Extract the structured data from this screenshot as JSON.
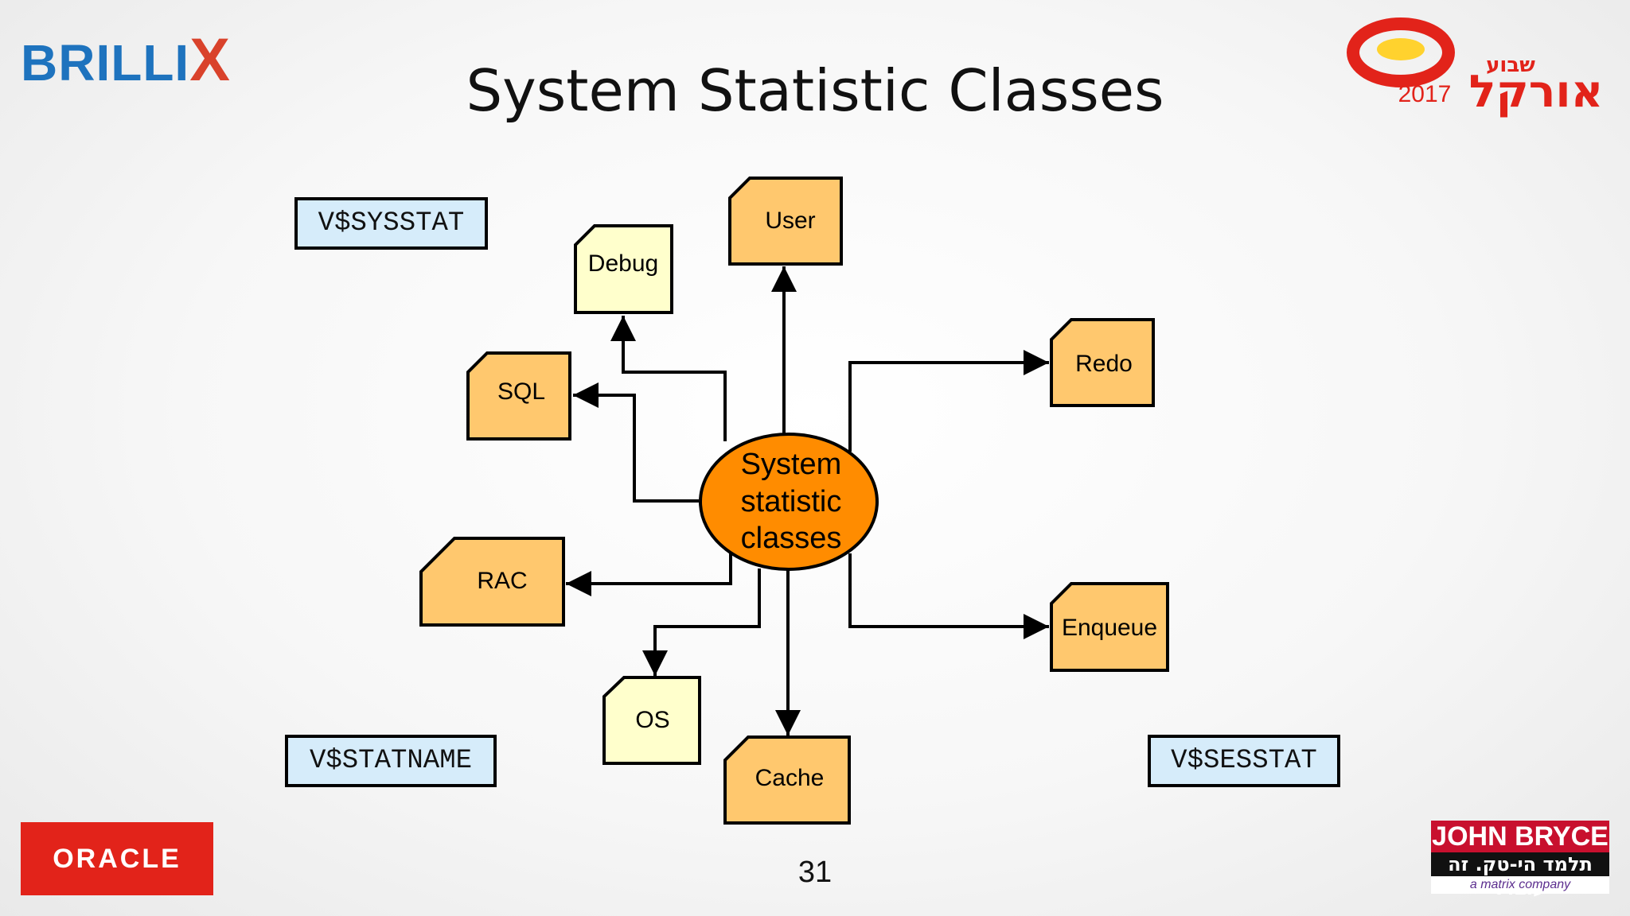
{
  "header": {
    "brand_left": "BRILLI",
    "brand_left_x": "X",
    "title": "System Statistic Classes",
    "event_logo_text": "אורקל",
    "event_logo_sub": "שבוע",
    "event_year": "2017"
  },
  "views": {
    "sysstat": "V$SYSSTAT",
    "statname": "V$STATNAME",
    "sesstat": "V$SESSTAT"
  },
  "diagram": {
    "center_lines": [
      "System",
      "statistic",
      "classes"
    ],
    "nodes": {
      "user": "User",
      "debug": "Debug",
      "sql": "SQL",
      "redo": "Redo",
      "rac": "RAC",
      "enqueue": "Enqueue",
      "os": "OS",
      "cache": "Cache"
    },
    "colors": {
      "center_fill": "#ff8c00",
      "node_orange": "#ffc86e",
      "node_pale": "#ffffcc",
      "view_fill": "#d6ecfa"
    }
  },
  "footer": {
    "oracle": "ORACLE",
    "page_number": "31",
    "jb_title": "JOHN BRYCE",
    "jb_tagline": "תלמד הי-טק. זה עובד!",
    "jb_company": "a matrix company"
  }
}
